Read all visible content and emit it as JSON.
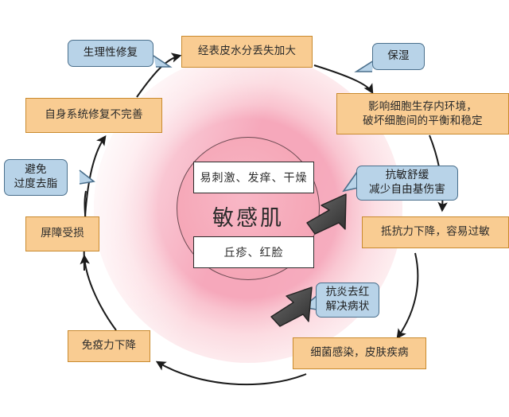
{
  "diagram": {
    "title": "敏感肌",
    "center_symptoms": [
      "易刺激、发痒、干燥",
      "丘疹、红脸"
    ],
    "cycle_nodes": [
      {
        "id": "tewl",
        "label": "经表皮水分丢失加大"
      },
      {
        "id": "cell_env",
        "label": "影响细胞生存内环境，\n破坏细胞间的平衡和稳定"
      },
      {
        "id": "cell_env_l1",
        "label": "影响细胞生存内环境，"
      },
      {
        "id": "cell_env_l2",
        "label": "破坏细胞间的平衡和稳定"
      },
      {
        "id": "resistance",
        "label": "抵抗力下降，容易过敏"
      },
      {
        "id": "infection",
        "label": "细菌感染，皮肤疾病"
      },
      {
        "id": "immunity",
        "label": "免疫力下降"
      },
      {
        "id": "barrier",
        "label": "屏障受损"
      },
      {
        "id": "self_repair",
        "label": "自身系统修复不完善"
      }
    ],
    "callouts": [
      {
        "id": "physio_repair",
        "label": "生理性修复"
      },
      {
        "id": "moisturize",
        "label": "保湿"
      },
      {
        "id": "anti_allergy_l1",
        "label": "抗敏舒缓"
      },
      {
        "id": "anti_allergy_l2",
        "label": "减少自由基伤害"
      },
      {
        "id": "anti_inflam_l1",
        "label": "抗炎去红"
      },
      {
        "id": "anti_inflam_l2",
        "label": "解决病状"
      },
      {
        "id": "avoid_degrease_l1",
        "label": "避免"
      },
      {
        "id": "avoid_degrease_l2",
        "label": "过度去脂"
      }
    ],
    "colors": {
      "node_fill": "#f9cc92",
      "node_border": "#c98a2e",
      "callout_fill": "#b8d3e8",
      "callout_border": "#4a6f8c",
      "inner_circle": "#f6a9b9",
      "outer_ring": "#fdeaed",
      "arrow": "#1a1a1a",
      "thick_arrow": "#4a4a4a"
    }
  }
}
